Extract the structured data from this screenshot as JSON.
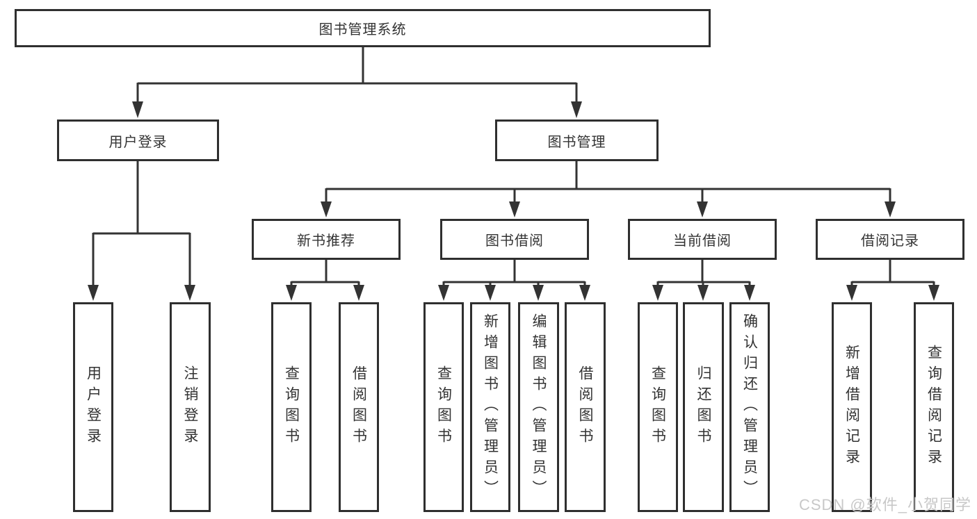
{
  "diagram": {
    "type": "tree",
    "tree": {
      "root": {
        "label": "图书管理系统",
        "children": [
          {
            "label": "用户登录",
            "children": [
              {
                "label": "用户登录"
              },
              {
                "label": "注销登录"
              }
            ]
          },
          {
            "label": "图书管理",
            "children": [
              {
                "label": "新书推荐",
                "children": [
                  {
                    "label": "查询图书"
                  },
                  {
                    "label": "借阅图书"
                  }
                ]
              },
              {
                "label": "图书借阅",
                "children": [
                  {
                    "label": "查询图书"
                  },
                  {
                    "label": "新增图书（管理员）"
                  },
                  {
                    "label": "编辑图书（管理员）"
                  },
                  {
                    "label": "借阅图书"
                  }
                ]
              },
              {
                "label": "当前借阅",
                "children": [
                  {
                    "label": "查询图书"
                  },
                  {
                    "label": "归还图书"
                  },
                  {
                    "label": "确认归还（管理员）"
                  }
                ]
              },
              {
                "label": "借阅记录",
                "children": [
                  {
                    "label": "新增借阅记录"
                  },
                  {
                    "label": "查询借阅记录"
                  }
                ]
              }
            ]
          }
        ]
      }
    },
    "colors": {
      "line": "#333333",
      "box_border": "#2f2f2f",
      "text": "#333333",
      "watermark": "#c8c8c8"
    }
  },
  "watermark": {
    "text": "CSDN @软件_小贺同学"
  }
}
